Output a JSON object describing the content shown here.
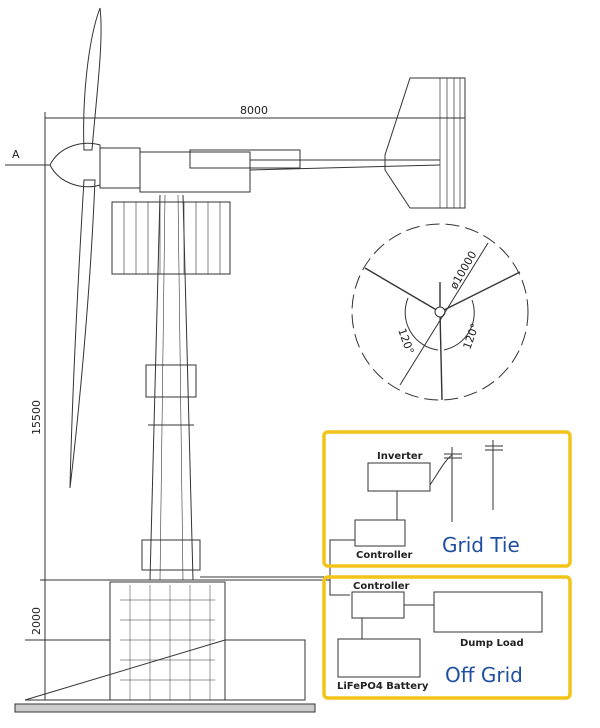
{
  "drawing": {
    "width_dim": "8000",
    "height_dim": "15500",
    "foundation_dim": "2000",
    "section_mark": "A",
    "rotor_diameter": "ø10000",
    "blade_angle_left": "120°",
    "blade_angle_right": "120°"
  },
  "grid_tie": {
    "title": "Grid Tie",
    "inverter_label": "Inverter",
    "controller_label": "Controller"
  },
  "off_grid": {
    "title": "Off Grid",
    "controller_label": "Controller",
    "dump_load_label": "Dump Load",
    "battery_label": "LiFePO4 Battery"
  },
  "colors": {
    "box_border": "#f2c318",
    "title_text": "#1f4fa0",
    "line": "#333333"
  }
}
